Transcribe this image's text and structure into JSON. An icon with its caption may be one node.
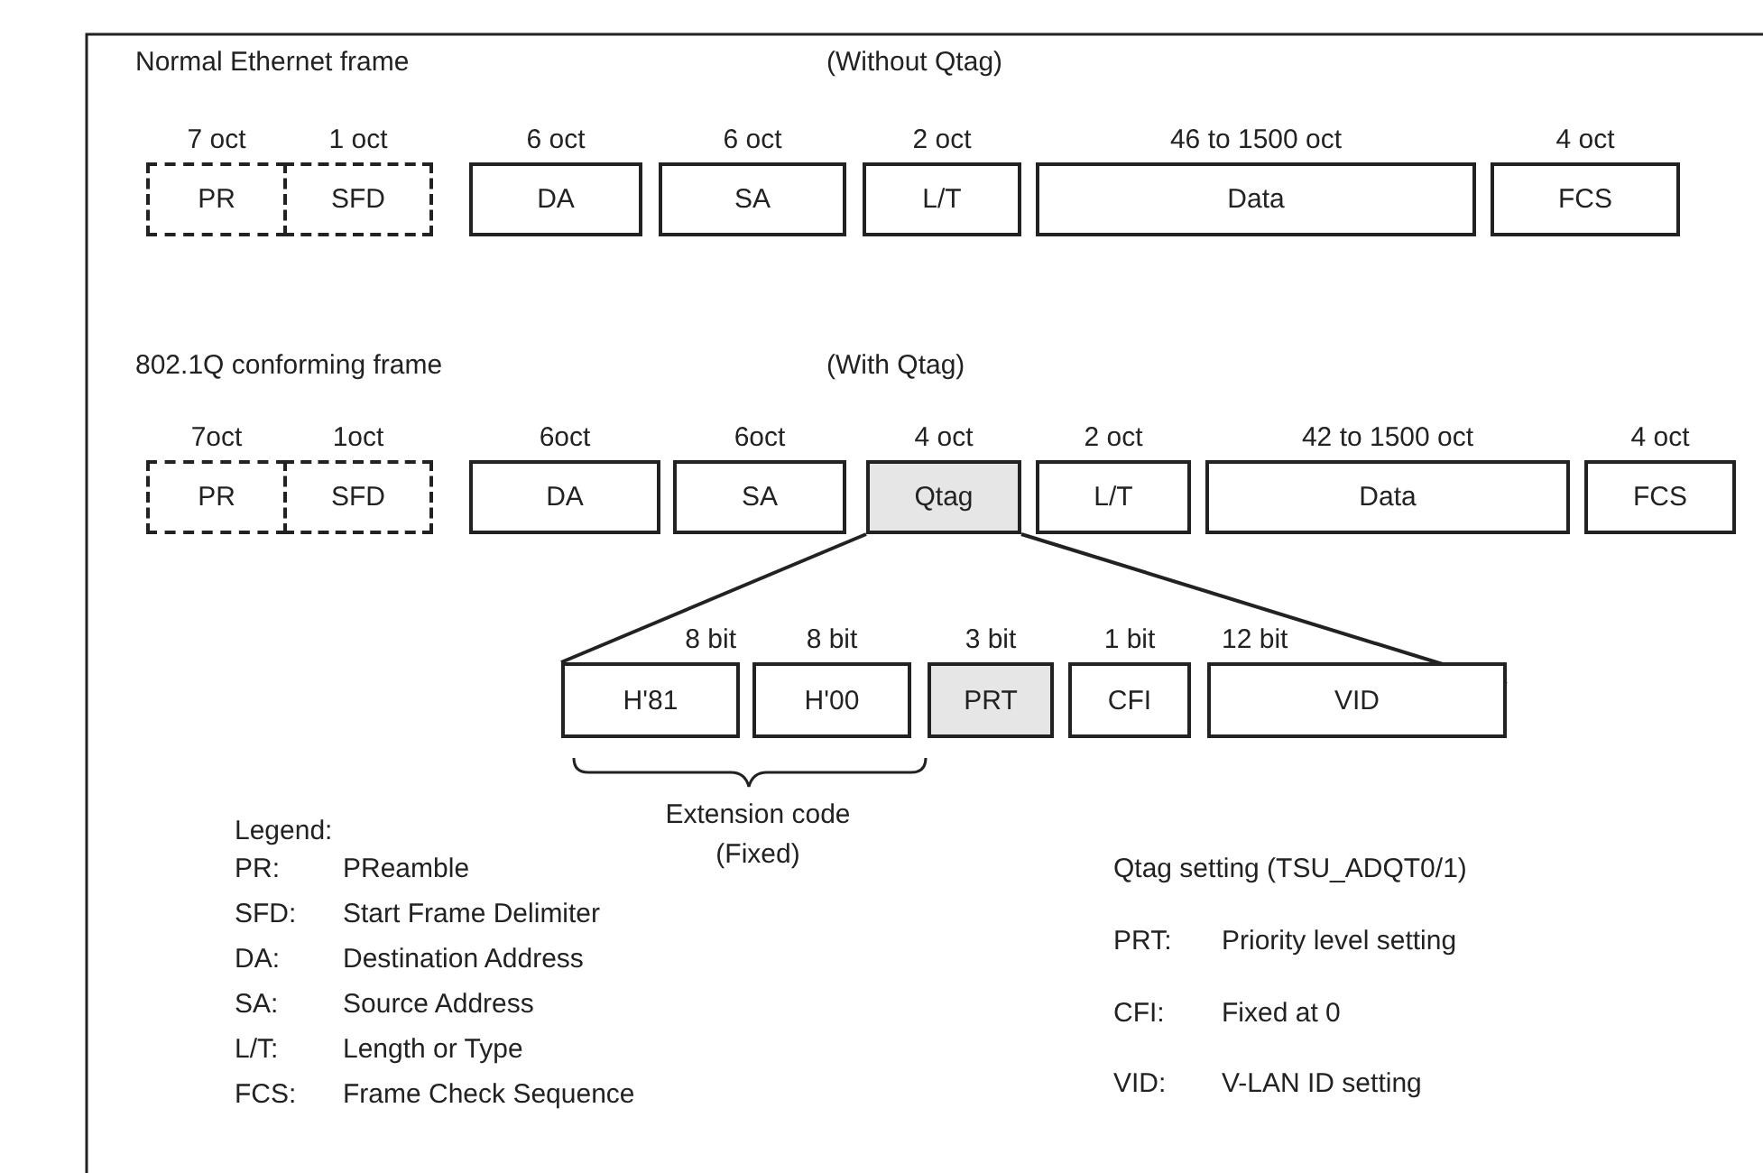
{
  "diagram": {
    "nodes": [
      {
        "text": [
          "PR"
        ],
        "beside": [
          "7 oct"
        ]
      },
      {
        "text": [
          "SFD"
        ],
        "beside": [
          "1 oct"
        ]
      },
      {
        "text": [
          "DA"
        ],
        "beside": [
          "6  oct"
        ]
      },
      {
        "text": [
          "SA"
        ],
        "beside": [
          "6  oct"
        ]
      },
      {
        "text": [
          "L/T"
        ],
        "beside": [
          "2  oct"
        ]
      },
      {
        "text": [
          "Data"
        ],
        "beside": [
          "46 to 1500  oct"
        ]
      },
      {
        "text": [
          "FCS"
        ],
        "beside": [
          "4 oct"
        ]
      },
      {
        "text": [
          "PR"
        ],
        "beside": [
          "7oct"
        ]
      },
      {
        "text": [
          "SFD"
        ],
        "beside": [
          "1oct"
        ]
      },
      {
        "text": [
          "DA"
        ],
        "beside": [
          "6oct"
        ]
      },
      {
        "text": [
          "SA"
        ],
        "beside": [
          "6oct"
        ]
      },
      {
        "text": [
          "Qtag"
        ],
        "beside": [
          "4  oct"
        ]
      },
      {
        "text": [
          "L/T"
        ],
        "beside": [
          "2  oct"
        ]
      },
      {
        "text": [
          "Data"
        ],
        "beside": [
          "42 to 1500  oct"
        ]
      },
      {
        "text": [
          "FCS"
        ],
        "beside": [
          "4  oct"
        ]
      },
      {
        "text": [
          "H'81"
        ],
        "beside": [
          "8 bit"
        ]
      },
      {
        "text": [
          "H'00"
        ],
        "beside": [
          "8 bit"
        ]
      },
      {
        "text": [
          "PRT"
        ],
        "beside": [
          "3 bit"
        ]
      },
      {
        "text": [
          "CFI"
        ],
        "beside": [
          "1 bit"
        ]
      },
      {
        "text": [
          "VID"
        ],
        "beside": [
          "12  bit"
        ]
      }
    ],
    "edges": [
      {
        "from": 11,
        "to": 15,
        "arrow": "none"
      },
      {
        "from": 11,
        "to": 19,
        "arrow": "none"
      }
    ],
    "labels": [
      "Normal Ethernet frame",
      "(Without Qtag)",
      "802.1Q conforming frame",
      "(With Qtag)",
      "Extension code (Fixed)",
      "Legend:",
      "PR:",
      "PReamble",
      "SFD:",
      "Start Frame Delimiter",
      "DA:",
      "Destination Address",
      "SA:",
      "Source Address",
      "L/T:",
      "Length or Type",
      "FCS:",
      "Frame Check Sequence",
      "Qtag setting (TSU_ADQT0/1)",
      "PRT:",
      "Priority level setting",
      "CFI:",
      "Fixed at 0",
      "VID:",
      "V-LAN ID setting"
    ]
  }
}
